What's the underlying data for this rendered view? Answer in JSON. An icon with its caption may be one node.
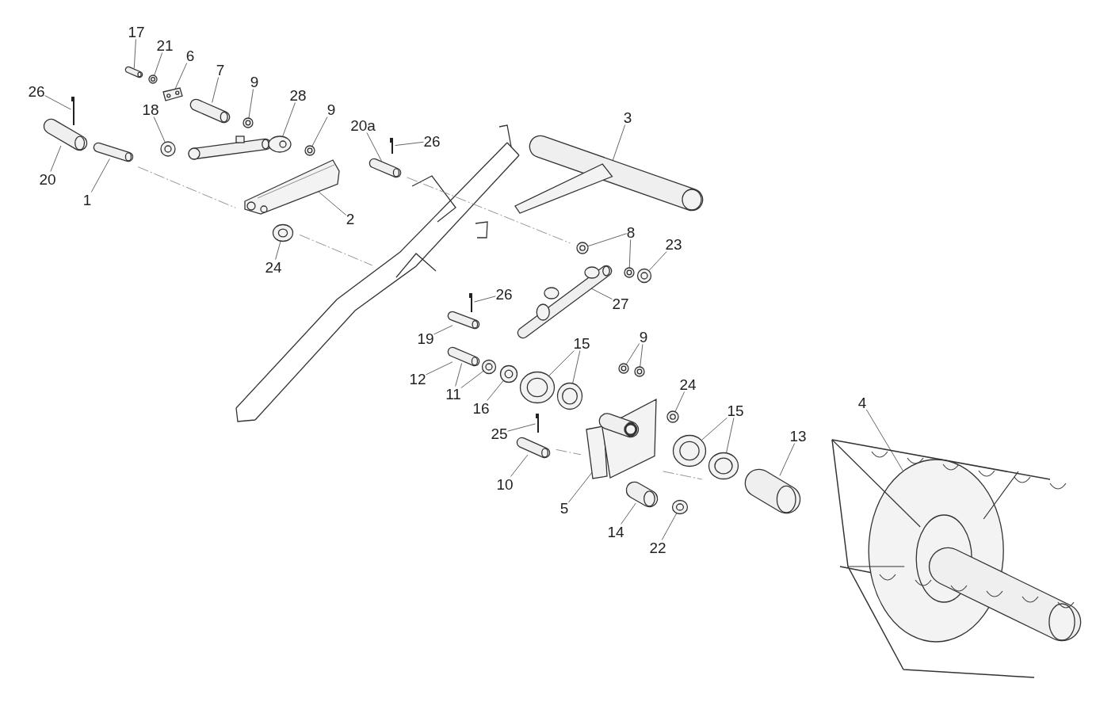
{
  "diagram": {
    "nodes": [
      {
        "text": [
          "17"
        ]
      },
      {
        "text": [],
        "shape": "picture"
      },
      {
        "text": [
          "21"
        ]
      },
      {
        "text": [],
        "shape": "picture"
      },
      {
        "text": [
          "6"
        ]
      },
      {
        "text": [],
        "shape": "picture"
      },
      {
        "text": [
          "7"
        ]
      },
      {
        "text": [],
        "shape": "picture"
      },
      {
        "text": [
          "9"
        ]
      },
      {
        "text": [],
        "shape": "picture"
      },
      {
        "text": [
          "28"
        ]
      },
      {
        "text": [],
        "shape": "picture"
      },
      {
        "text": [
          "9"
        ]
      },
      {
        "text": [],
        "shape": "picture"
      },
      {
        "text": [
          "26"
        ]
      },
      {
        "text": [],
        "shape": "picture"
      },
      {
        "text": [
          "18"
        ]
      },
      {
        "text": [],
        "shape": "picture"
      },
      {
        "text": [
          "20a"
        ]
      },
      {
        "text": [],
        "shape": "picture"
      },
      {
        "text": [
          "26"
        ]
      },
      {
        "text": [],
        "shape": "picture"
      },
      {
        "text": [
          "3"
        ]
      },
      {
        "text": [],
        "shape": "picture"
      },
      {
        "text": [
          "20"
        ]
      },
      {
        "text": [],
        "shape": "picture"
      },
      {
        "text": [
          "1"
        ]
      },
      {
        "text": [],
        "shape": "picture"
      },
      {
        "text": [
          "2"
        ]
      },
      {
        "text": [],
        "shape": "picture"
      },
      {
        "text": [
          "24"
        ]
      },
      {
        "text": [],
        "shape": "picture"
      },
      {
        "text": [
          "8"
        ]
      },
      {
        "text": [],
        "shape": "picture"
      },
      {
        "text": [],
        "shape": "picture"
      },
      {
        "text": [
          "23"
        ]
      },
      {
        "text": [],
        "shape": "picture"
      },
      {
        "text": [
          "27"
        ]
      },
      {
        "text": [],
        "shape": "picture"
      },
      {
        "text": [
          "26"
        ]
      },
      {
        "text": [],
        "shape": "picture"
      },
      {
        "text": [
          "19"
        ]
      },
      {
        "text": [],
        "shape": "picture"
      },
      {
        "text": [
          "15"
        ]
      },
      {
        "text": [],
        "shape": "picture"
      },
      {
        "text": [],
        "shape": "picture"
      },
      {
        "text": [
          "9"
        ]
      },
      {
        "text": [],
        "shape": "picture"
      },
      {
        "text": [],
        "shape": "picture"
      },
      {
        "text": [
          "12"
        ]
      },
      {
        "text": [],
        "shape": "picture"
      },
      {
        "text": [
          "11"
        ]
      },
      {
        "text": [],
        "shape": "picture"
      },
      {
        "text": [
          "16"
        ]
      },
      {
        "text": [],
        "shape": "picture"
      },
      {
        "text": [
          "24"
        ]
      },
      {
        "text": [],
        "shape": "picture"
      },
      {
        "text": [
          "25"
        ]
      },
      {
        "text": [],
        "shape": "picture"
      },
      {
        "text": [
          "15"
        ]
      },
      {
        "text": [],
        "shape": "picture"
      },
      {
        "text": [],
        "shape": "picture"
      },
      {
        "text": [
          "13"
        ]
      },
      {
        "text": [],
        "shape": "picture"
      },
      {
        "text": [
          "4"
        ]
      },
      {
        "text": [],
        "shape": "picture"
      },
      {
        "text": [
          "10"
        ]
      },
      {
        "text": [],
        "shape": "picture"
      },
      {
        "text": [
          "5"
        ]
      },
      {
        "text": [],
        "shape": "picture"
      },
      {
        "text": [
          "14"
        ]
      },
      {
        "text": [],
        "shape": "picture"
      },
      {
        "text": [
          "22"
        ]
      },
      {
        "text": [],
        "shape": "picture"
      }
    ],
    "edges": [
      {
        "from": 0,
        "to": 1,
        "arrow": "none"
      },
      {
        "from": 2,
        "to": 3,
        "arrow": "none"
      },
      {
        "from": 4,
        "to": 5,
        "arrow": "none"
      },
      {
        "from": 6,
        "to": 7,
        "arrow": "none"
      },
      {
        "from": 8,
        "to": 9,
        "arrow": "none"
      },
      {
        "from": 10,
        "to": 11,
        "arrow": "none"
      },
      {
        "from": 12,
        "to": 13,
        "arrow": "none"
      },
      {
        "from": 14,
        "to": 15,
        "arrow": "none"
      },
      {
        "from": 16,
        "to": 17,
        "arrow": "none"
      },
      {
        "from": 18,
        "to": 19,
        "arrow": "none"
      },
      {
        "from": 20,
        "to": 21,
        "arrow": "none"
      },
      {
        "from": 22,
        "to": 23,
        "arrow": "none"
      },
      {
        "from": 24,
        "to": 25,
        "arrow": "none"
      },
      {
        "from": 26,
        "to": 27,
        "arrow": "none"
      },
      {
        "from": 28,
        "to": 29,
        "arrow": "none"
      },
      {
        "from": 30,
        "to": 31,
        "arrow": "none"
      },
      {
        "from": 32,
        "to": 33,
        "arrow": "none"
      },
      {
        "from": 32,
        "to": 34,
        "arrow": "none"
      },
      {
        "from": 35,
        "to": 36,
        "arrow": "none"
      },
      {
        "from": 37,
        "to": 38,
        "arrow": "none"
      },
      {
        "from": 39,
        "to": 40,
        "arrow": "none"
      },
      {
        "from": 41,
        "to": 42,
        "arrow": "none"
      },
      {
        "from": 43,
        "to": 44,
        "arrow": "none"
      },
      {
        "from": 43,
        "to": 45,
        "arrow": "none"
      },
      {
        "from": 46,
        "to": 47,
        "arrow": "none"
      },
      {
        "from": 46,
        "to": 48,
        "arrow": "none"
      },
      {
        "from": 49,
        "to": 50,
        "arrow": "none"
      },
      {
        "from": 51,
        "to": 50,
        "arrow": "none"
      },
      {
        "from": 51,
        "to": 52,
        "arrow": "none"
      },
      {
        "from": 53,
        "to": 54,
        "arrow": "none"
      },
      {
        "from": 55,
        "to": 56,
        "arrow": "none"
      },
      {
        "from": 57,
        "to": 58,
        "arrow": "none"
      },
      {
        "from": 59,
        "to": 60,
        "arrow": "none"
      },
      {
        "from": 59,
        "to": 61,
        "arrow": "none"
      },
      {
        "from": 62,
        "to": 63,
        "arrow": "none"
      },
      {
        "from": 64,
        "to": 65,
        "arrow": "none"
      },
      {
        "from": 66,
        "to": 67,
        "arrow": "none"
      },
      {
        "from": 68,
        "to": 69,
        "arrow": "none"
      },
      {
        "from": 70,
        "to": 71,
        "arrow": "none"
      },
      {
        "from": 72,
        "to": 73,
        "arrow": "none"
      }
    ]
  }
}
